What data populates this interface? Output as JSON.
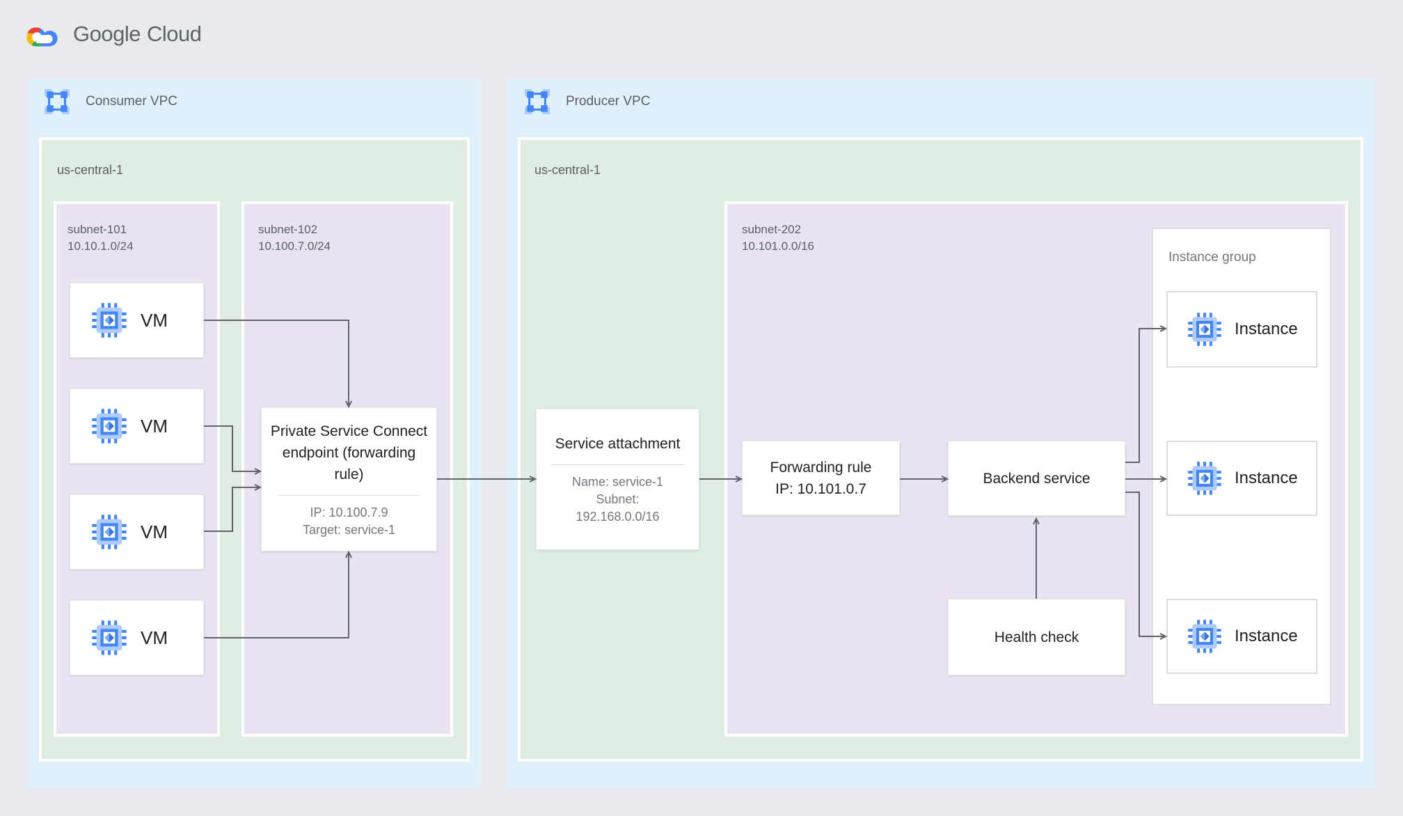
{
  "brand": {
    "word1": "Google",
    "word2": "Cloud"
  },
  "colors": {
    "accent_blue": "#4285f4",
    "vpc_fill": "#e0f1fc",
    "region_fill": "#dfede2",
    "subnet_fill": "#eae4f2",
    "arrow": "#5f6368",
    "logo_red": "#ea4335",
    "logo_yellow": "#fbbc05",
    "logo_green": "#34a853",
    "logo_blue": "#4285f4"
  },
  "consumer_vpc": {
    "label": "Consumer VPC",
    "region": {
      "label": "us-central-1",
      "subnet_101": {
        "label": "subnet-101\n10.10.1.0/24",
        "vms": [
          {
            "label": "VM"
          },
          {
            "label": "VM"
          },
          {
            "label": "VM"
          },
          {
            "label": "VM"
          }
        ]
      },
      "subnet_102": {
        "label": "subnet-102\n10.100.7.0/24",
        "psc_endpoint": {
          "title": "Private Service Connect endpoint (forwarding rule)",
          "ip": "IP: 10.100.7.9",
          "target": "Target: service-1"
        }
      }
    }
  },
  "producer_vpc": {
    "label": "Producer VPC",
    "region": {
      "label": "us-central-1",
      "service_attachment": {
        "title": "Service attachment",
        "name": "Name: service-1",
        "subnet_word": "Subnet:",
        "subnet_cidr": "192.168.0.0/16"
      },
      "subnet_202": {
        "label": "subnet-202\n10.101.0.0/16",
        "forwarding_rule": {
          "line1": "Forwarding rule",
          "line2": "IP: 10.101.0.7"
        },
        "backend_service": {
          "title": "Backend service"
        },
        "health_check": {
          "title": "Health check"
        },
        "instance_group": {
          "label": "Instance group",
          "instances": [
            {
              "label": "Instance"
            },
            {
              "label": "Instance"
            },
            {
              "label": "Instance"
            }
          ]
        }
      }
    }
  }
}
